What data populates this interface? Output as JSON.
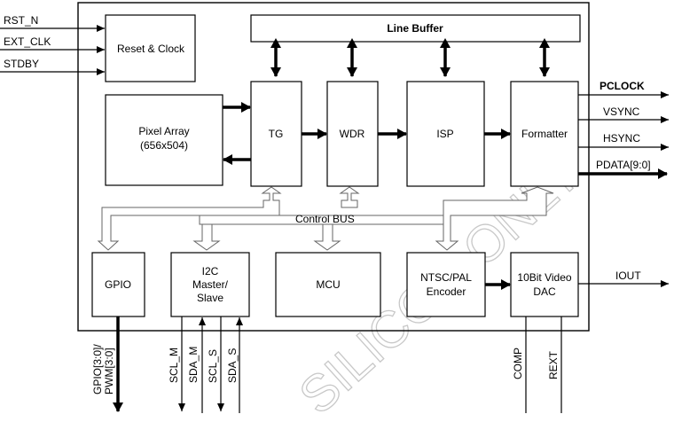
{
  "diagram": {
    "blocks": {
      "reset_clock": "Reset & Clock",
      "line_buffer": "Line Buffer",
      "pixel_array": [
        "Pixel Array",
        "(656x504)"
      ],
      "tg": "TG",
      "wdr": "WDR",
      "isp": "ISP",
      "formatter": "Formatter",
      "gpio": "GPIO",
      "i2c": [
        "I2C",
        "Master/",
        "Slave"
      ],
      "mcu": "MCU",
      "ntsc": [
        "NTSC/PAL",
        "Encoder"
      ],
      "dac": [
        "10Bit Video",
        "DAC"
      ]
    },
    "bus_label": "Control BUS",
    "inputs": {
      "rst_n": "RST_N",
      "ext_clk": "EXT_CLK",
      "stdby": "STDBY"
    },
    "outputs": {
      "pclock": "PCLOCK",
      "vsync": "VSYNC",
      "hsync": "HSYNC",
      "pdata": "PDATA[9:0]",
      "iout": "IOUT"
    },
    "bottom_pins": {
      "gpio": [
        "GPIO[3:0]/",
        "PWM[3:0]"
      ],
      "scl_m": "SCL_M",
      "sda_m": "SDA_M",
      "scl_s": "SCL_S",
      "sda_s": "SDA_S",
      "comp": "COMP",
      "rext": "REXT"
    },
    "watermark": "SILICON ONLY"
  }
}
